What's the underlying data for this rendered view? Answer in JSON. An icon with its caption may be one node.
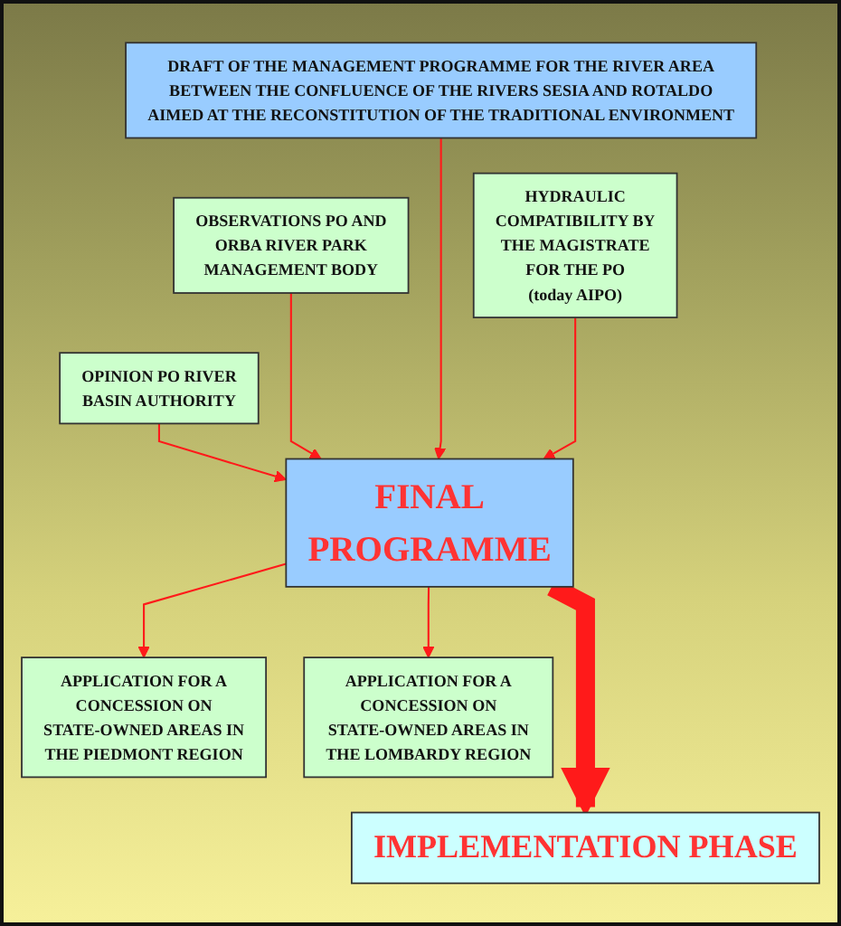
{
  "diagram": {
    "nodes": [
      {
        "text": [
          "DRAFT OF THE MANAGEMENT PROGRAMME FOR THE RIVER AREA BETWEEN THE CONFLUENCE OF THE RIVERS SESIA AND ROTALDO AIMED AT THE RECONSTITUTION OF THE TRADITIONAL ENVIRONMENT"
        ]
      },
      {
        "text": [
          "OBSERVATIONS PO AND ORBA RIVER PARK MANAGEMENT BODY"
        ]
      },
      {
        "text": [
          "HYDRAULIC COMPATIBILITY BY THE MAGISTRATE FOR THE PO (today AIPO)"
        ]
      },
      {
        "text": [
          "OPINION PO RIVER BASIN AUTHORITY"
        ]
      },
      {
        "text": [
          "FINAL PROGRAMME"
        ]
      },
      {
        "text": [
          "APPLICATION FOR A CONCESSION ON STATE-OWNED AREAS IN THE PIEDMONT REGION"
        ]
      },
      {
        "text": [
          "APPLICATION FOR A CONCESSION ON STATE-OWNED AREAS IN THE LOMBARDY REGION"
        ]
      },
      {
        "text": [
          "IMPLEMENTATION PHASE"
        ]
      }
    ],
    "edges": [
      {
        "from": 3,
        "to": 4,
        "arrow": "to"
      },
      {
        "from": 1,
        "to": 4,
        "arrow": "to"
      },
      {
        "from": 0,
        "to": 4,
        "arrow": "to"
      },
      {
        "from": 2,
        "to": 4,
        "arrow": "to"
      },
      {
        "from": 4,
        "to": 5,
        "arrow": "to"
      },
      {
        "from": 4,
        "to": 7,
        "arrow": "to",
        "style": "thick"
      },
      {
        "from": 4,
        "to": 6,
        "arrow": "to"
      }
    ]
  }
}
